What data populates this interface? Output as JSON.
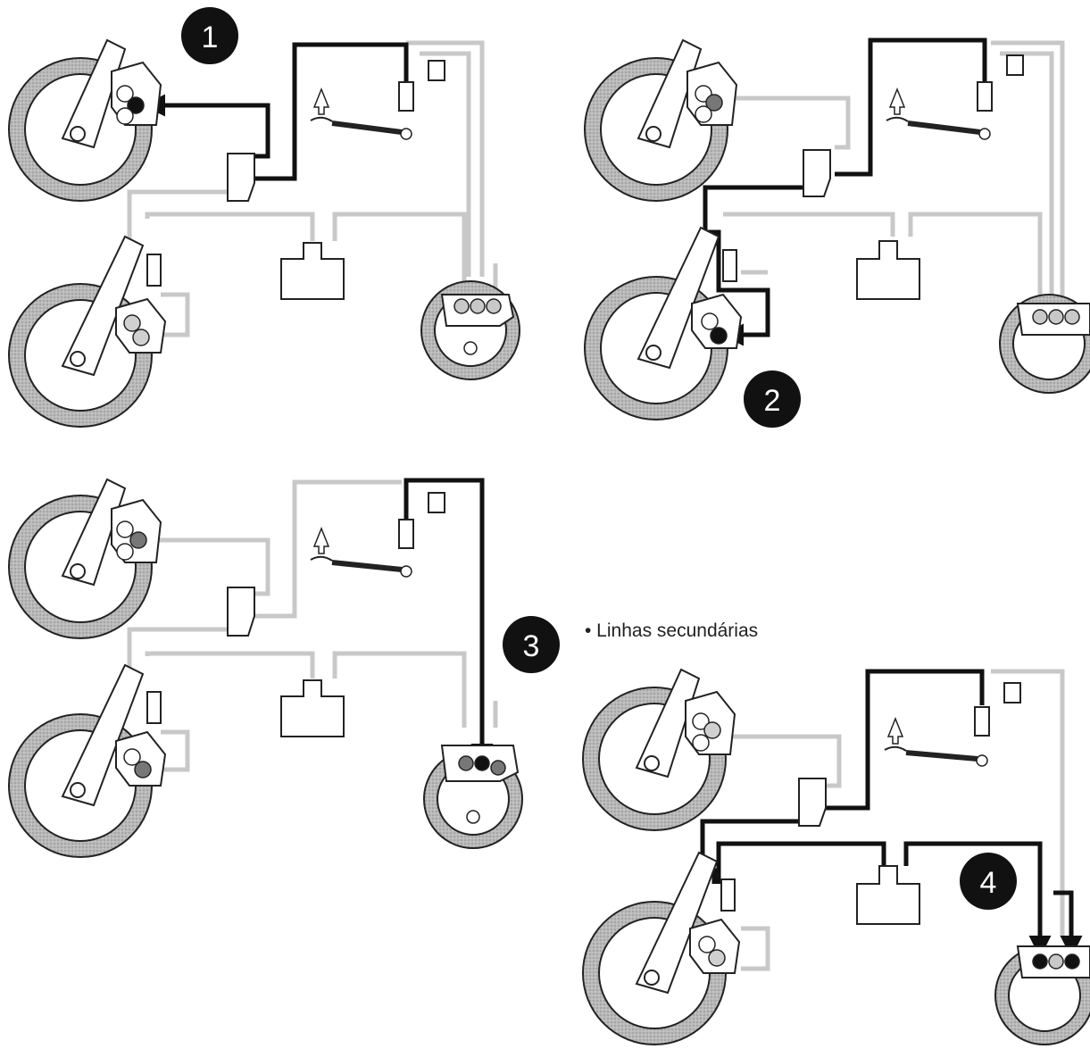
{
  "steps": [
    {
      "number": "1"
    },
    {
      "number": "2"
    },
    {
      "number": "3"
    },
    {
      "number": "4"
    }
  ],
  "note": "• Linhas secundárias",
  "colors": {
    "active_line": "#111111",
    "inactive_line": "#c4c4c4",
    "tire": "#b3b3b3",
    "badge": "#111111",
    "outline": "#222222"
  }
}
